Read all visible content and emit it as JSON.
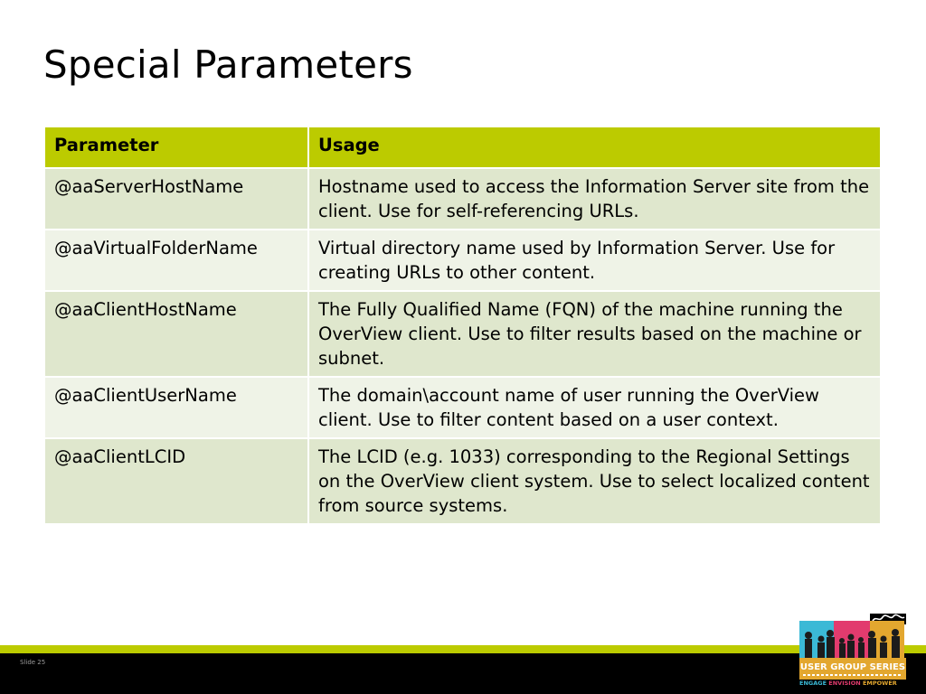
{
  "slide": {
    "title": "Special Parameters",
    "slide_number": "Slide 25"
  },
  "table": {
    "headers": [
      "Parameter",
      "Usage"
    ],
    "rows": [
      {
        "parameter": "@aaServerHostName",
        "usage": "Hostname used to access the Information Server site from the client. Use for self-referencing URLs."
      },
      {
        "parameter": "@aaVirtualFolderName",
        "usage": "Virtual directory name used by Information Server. Use for creating URLs to other content."
      },
      {
        "parameter": "@aaClientHostName",
        "usage": "The Fully Qualified Name (FQN) of the machine running the OverView client. Use to filter results based on the machine or subnet."
      },
      {
        "parameter": "@aaClientUserName",
        "usage": "The domain\\account name of user running the OverView client. Use to filter content based on a user context."
      },
      {
        "parameter": "@aaClientLCID",
        "usage": "The LCID (e.g. 1033) corresponding to the Regional Settings on the OverView client system. Use to select localized content from source systems."
      }
    ]
  },
  "logo": {
    "name": "USER GROUP SERIES",
    "tagline_1": "ENGAGE",
    "tagline_2": "ENVISION",
    "tagline_3": "EMPOWER",
    "signature_icon": "wonderware-signature-icon"
  },
  "colors": {
    "accent_green": "#bccb00",
    "row_dark": "#dfe7cd",
    "row_light": "#eff3e7",
    "footer_black": "#000000",
    "logo_orange": "#e3a72f",
    "logo_cyan": "#3bb9d6",
    "logo_pink": "#e23b6e"
  }
}
